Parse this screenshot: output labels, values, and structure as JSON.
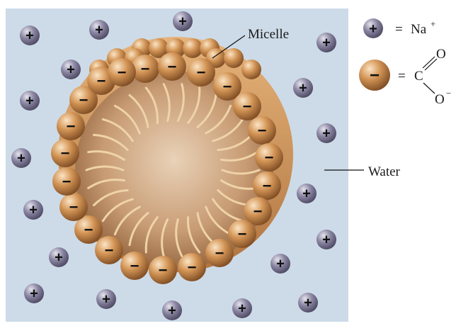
{
  "labels": {
    "micelle": "Micelle",
    "water": "Water",
    "legend_equals_1": "=",
    "legend_na": "Na",
    "legend_na_charge": "+",
    "legend_equals_2": "=",
    "legend_c": "C",
    "legend_o_top": "O",
    "legend_o_bottom": "O",
    "legend_o_charge": "−"
  },
  "symbols": {
    "plus": "+",
    "minus": "−"
  },
  "colors": {
    "water": "#cddbe8",
    "sodium_ion": "#6e6a86",
    "head_group": "#c98a4a",
    "micelle_core": "#c89c74",
    "tail": "#e9c99a"
  },
  "icons": {
    "sodium_ion": "plus-ion-icon",
    "carboxylate_head": "minus-head-icon"
  }
}
